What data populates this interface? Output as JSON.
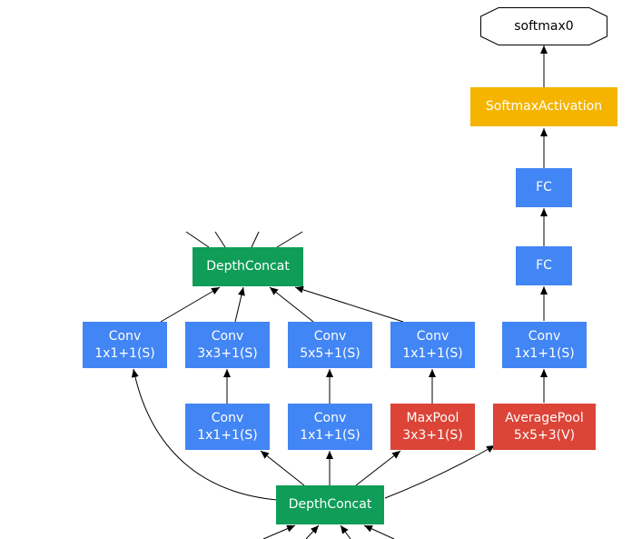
{
  "nodes": {
    "softmax0": {
      "label": "softmax0"
    },
    "softmax_activation": {
      "label": "SoftmaxActivation",
      "color": "#f4b400"
    },
    "fc_top": {
      "label": "FC",
      "color": "#4285f4"
    },
    "fc_bottom": {
      "label": "FC",
      "color": "#4285f4"
    },
    "depthconcat_top": {
      "label": "DepthConcat",
      "color": "#0f9d58"
    },
    "depthconcat_bottom": {
      "label": "DepthConcat",
      "color": "#0f9d58"
    },
    "conv_1x1_a": {
      "line1": "Conv",
      "line2": "1x1+1(S)",
      "color": "#4285f4"
    },
    "conv_3x3": {
      "line1": "Conv",
      "line2": "3x3+1(S)",
      "color": "#4285f4"
    },
    "conv_5x5": {
      "line1": "Conv",
      "line2": "5x5+1(S)",
      "color": "#4285f4"
    },
    "conv_1x1_pool": {
      "line1": "Conv",
      "line2": "1x1+1(S)",
      "color": "#4285f4"
    },
    "conv_1x1_aux": {
      "line1": "Conv",
      "line2": "1x1+1(S)",
      "color": "#4285f4"
    },
    "conv_1x1_reduce3": {
      "line1": "Conv",
      "line2": "1x1+1(S)",
      "color": "#4285f4"
    },
    "conv_1x1_reduce5": {
      "line1": "Conv",
      "line2": "1x1+1(S)",
      "color": "#4285f4"
    },
    "maxpool": {
      "line1": "MaxPool",
      "line2": "3x3+1(S)",
      "color": "#db4437"
    },
    "avgpool": {
      "line1": "AveragePool",
      "line2": "5x5+3(V)",
      "color": "#db4437"
    }
  }
}
